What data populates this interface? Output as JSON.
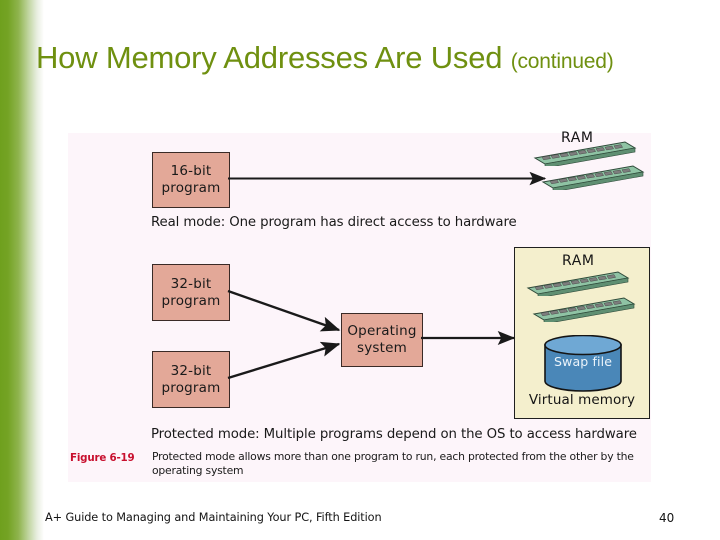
{
  "slide": {
    "title_main": "How Memory Addresses Are Used ",
    "title_paren_open": "(",
    "title_continued": "continued",
    "title_paren_close": ")",
    "title_color": "#6f9010",
    "accent_strip_color": "#6fa01e"
  },
  "figure": {
    "panel_background": "#fdf5fa",
    "number": "Figure 6-19",
    "number_color": "#c8102e",
    "caption": "Protected mode allows more than one program to run, each protected from the other by the operating system",
    "boxes": {
      "box_16bit": {
        "line1": "16-bit",
        "line2": "program",
        "fill": "#e3a898"
      },
      "box_32bit_a": {
        "line1": "32-bit",
        "line2": "program",
        "fill": "#e3a898"
      },
      "box_32bit_b": {
        "line1": "32-bit",
        "line2": "program",
        "fill": "#e3a898"
      },
      "box_os": {
        "line1": "Operating",
        "line2": "system",
        "fill": "#e3a898"
      }
    },
    "mode_captions": {
      "real": "Real mode: One program has direct access to hardware",
      "protected": "Protected mode: Multiple programs depend on the OS to access hardware"
    },
    "ram_label_top": "RAM",
    "ram_label_virtual": "RAM",
    "virtual_memory_label": "Virtual memory",
    "virtual_memory_fill": "#f4efcd",
    "swap_file_label": "Swap file",
    "swap_file_fill": "#4a87b8",
    "ram_stick_color": "#8fc3a4",
    "arrow_color": "#1a1a1a"
  },
  "footer": {
    "book_title": "A+ Guide to Managing and Maintaining Your PC, Fifth Edition",
    "page_number": "40"
  },
  "icons": {
    "ram_module": "ram-module-icon",
    "swap_cylinder": "database-cylinder-icon",
    "arrow": "arrow-right-icon"
  }
}
